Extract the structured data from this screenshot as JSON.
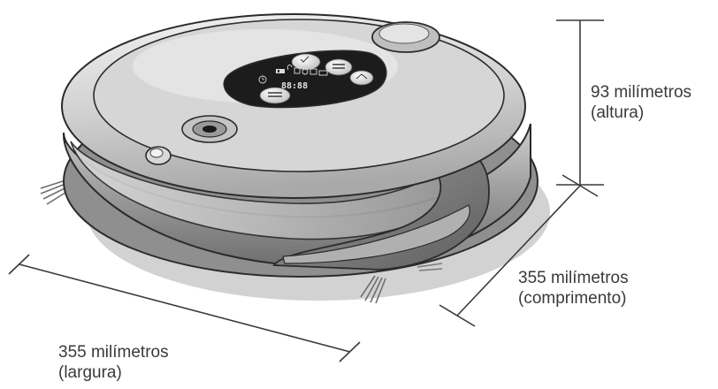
{
  "dimensions": {
    "height": {
      "value": "93 milímetros",
      "note": "(altura)"
    },
    "length": {
      "value": "355 milímetros",
      "note": "(comprimento)"
    },
    "width": {
      "value": "355 milímetros",
      "note": "(largura)"
    }
  },
  "display": {
    "digits": "88:88"
  },
  "colors": {
    "body_light": "#e6e6e6",
    "body_mid": "#bdbdbd",
    "body_dark": "#8a8a8a",
    "outline": "#2b2b2b",
    "panel": "#1c1c1c",
    "shadow": "#cfcfcf",
    "brush": "#7a7a7a",
    "text": "#3a3a3a"
  }
}
